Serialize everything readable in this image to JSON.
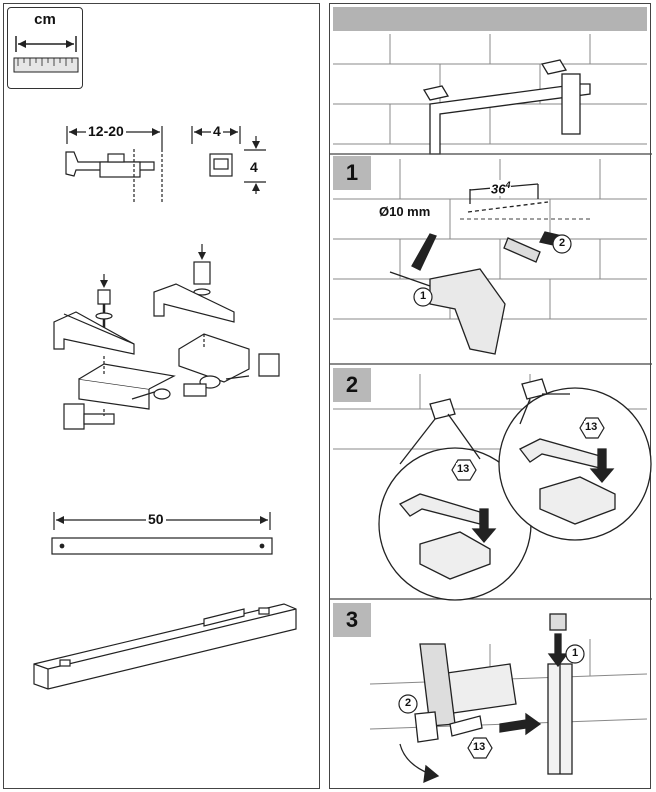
{
  "left": {
    "unit_label": "cm",
    "dim_width": "12-20",
    "dim_small_width": "4",
    "dim_small_height": "4",
    "dim_rail": "50"
  },
  "right": {
    "steps": [
      "1",
      "2",
      "3"
    ],
    "drill_diameter": "Ø10 mm",
    "hole_spacing": "36",
    "hole_spacing_sup": "4",
    "callouts": {
      "step1_drill": "1",
      "step1_anchor": "2",
      "step2_wrench_a": "13",
      "step2_wrench_b": "13",
      "step3_insert": "1",
      "step3_rotate": "2",
      "step3_wrench": "13"
    }
  },
  "colors": {
    "accent_gray": "#b3b3b3",
    "line": "#222222"
  }
}
